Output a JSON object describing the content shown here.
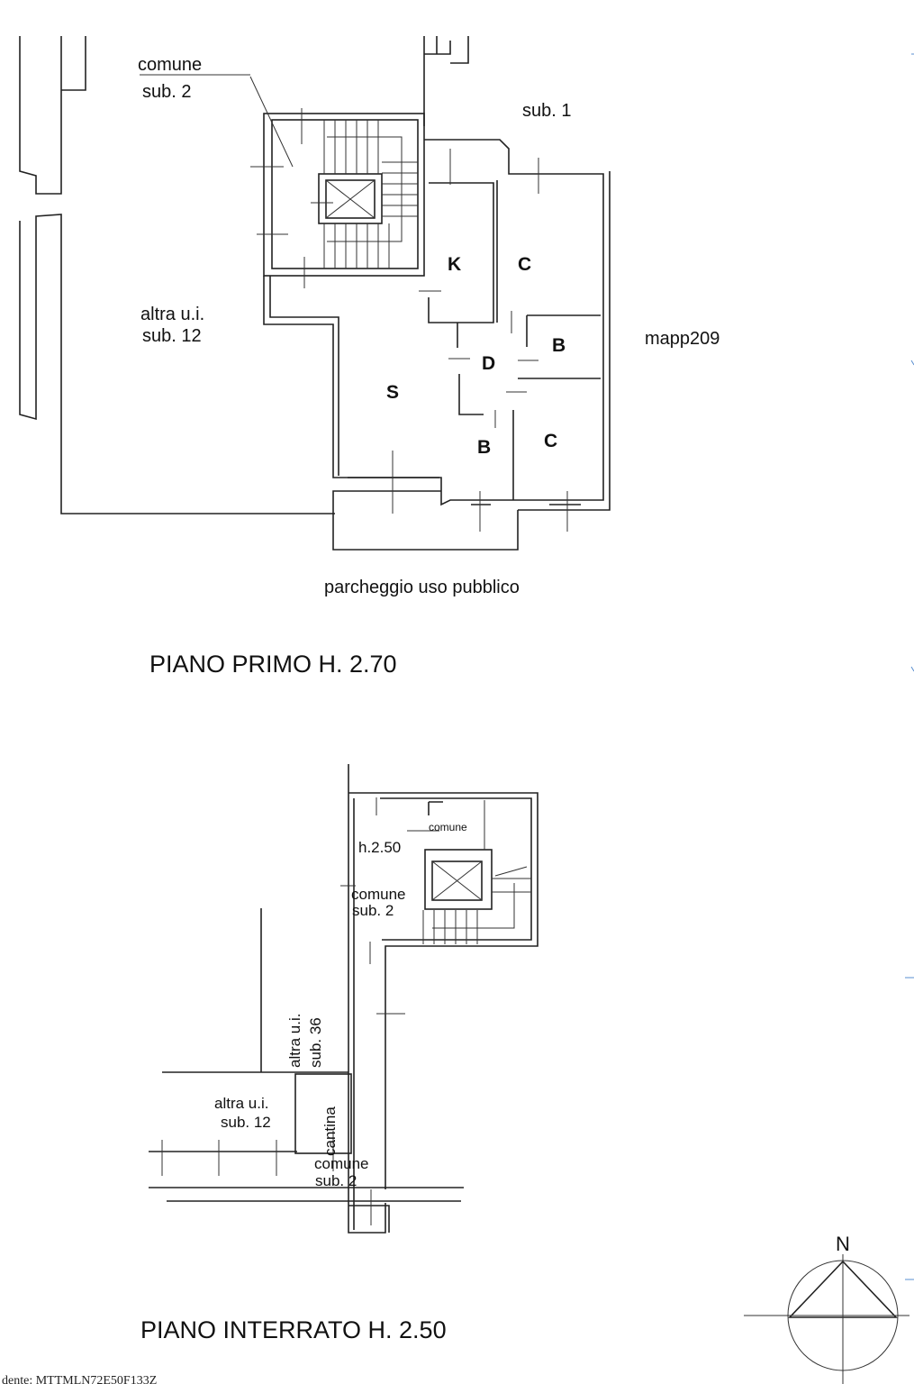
{
  "first_floor": {
    "title": "PIANO PRIMO H. 2.70",
    "labels": {
      "comune": "comune",
      "sub2": "sub. 2",
      "sub1": "sub. 1",
      "altra": "altra u.i.",
      "sub12": "sub. 12",
      "mapp": "mapp209",
      "parking": "parcheggio uso pubblico"
    },
    "rooms": {
      "k": "K",
      "c1": "C",
      "b1": "B",
      "d": "D",
      "s": "S",
      "b2": "B",
      "c2": "C"
    }
  },
  "basement": {
    "title": "PIANO INTERRATO H. 2.50",
    "labels": {
      "comune_small": "comune",
      "height": "h.2.50",
      "comune": "comune",
      "sub2": "sub. 2",
      "altra36": "altra u.i.",
      "sub36": "sub. 36",
      "altra12": "altra u.i.",
      "sub12": "sub. 12",
      "cantina": "cantina",
      "comune_b": "comune",
      "sub2_b": "sub. 2"
    }
  },
  "compass": {
    "north": "N"
  },
  "footer": {
    "text": "dente: MTTMLN72E50F133Z"
  }
}
